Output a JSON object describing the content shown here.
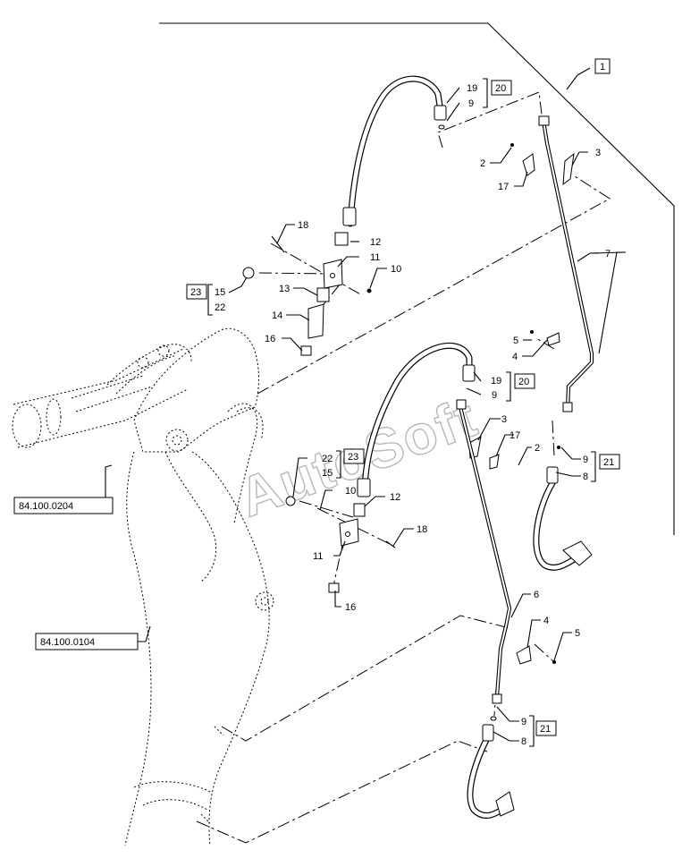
{
  "watermark": "AutoSoft",
  "refs": {
    "ref_upper": "84.100.0204",
    "ref_lower": "84.100.0104"
  },
  "callouts": {
    "kit_1": "1",
    "c2_top": "2",
    "c3_top": "3",
    "c17_top": "17",
    "c7": "7",
    "c19_top": "19",
    "c9_top": "9",
    "c20_top": "20",
    "c18_top": "18",
    "c12_top": "12",
    "c11_top": "11",
    "c10_top": "10",
    "c13": "13",
    "c14": "14",
    "c16_top": "16",
    "c15_top": "15",
    "c22_top": "22",
    "c23_top": "23",
    "c5_mid": "5",
    "c4_mid": "4",
    "c19_mid": "19",
    "c9_mid": "9",
    "c20_mid": "20",
    "c3_mid": "3",
    "c17_mid": "17",
    "c2_mid": "2",
    "c9_right": "9",
    "c8_right": "8",
    "c21_right": "21",
    "c22_mid": "22",
    "c15_mid": "15",
    "c23_mid": "23",
    "c10_mid": "10",
    "c12_mid": "12",
    "c18_mid": "18",
    "c11_mid": "11",
    "c16_mid": "16",
    "c6": "6",
    "c4_low": "4",
    "c5_low": "5",
    "c9_low": "9",
    "c8_low": "8",
    "c21_low": "21"
  }
}
